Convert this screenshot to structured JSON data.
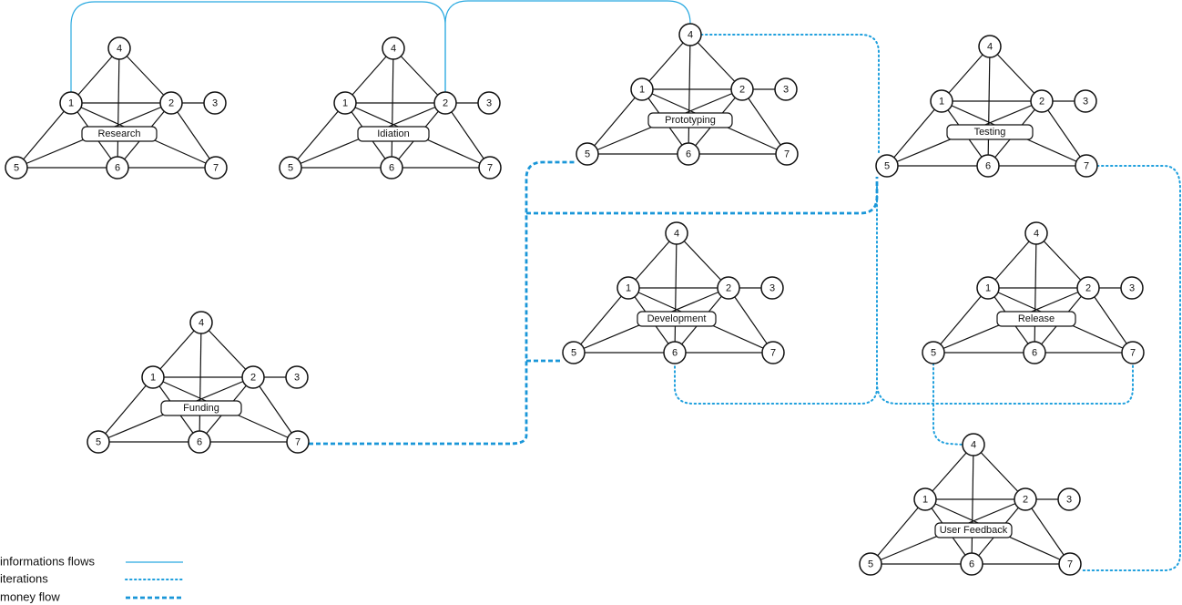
{
  "flow_colors": {
    "information": "#29a9e0",
    "iterations": "#1e9fdd",
    "money": "#1a96d8"
  },
  "legend": [
    {
      "label": "informations flows",
      "style": "information"
    },
    {
      "label": "iterations",
      "style": "iterations"
    },
    {
      "label": "money flow",
      "style": "money"
    }
  ],
  "node_labels": [
    "1",
    "2",
    "3",
    "4",
    "5",
    "6",
    "7"
  ],
  "graph_edges": [
    [
      "1",
      "2"
    ],
    [
      "1",
      "4"
    ],
    [
      "2",
      "4"
    ],
    [
      "2",
      "3"
    ],
    [
      "1",
      "5"
    ],
    [
      "5",
      "6"
    ],
    [
      "6",
      "7"
    ],
    [
      "2",
      "7"
    ],
    [
      "1",
      "6"
    ],
    [
      "2",
      "6"
    ],
    [
      "5",
      "2"
    ],
    [
      "1",
      "7"
    ],
    [
      "4",
      "6"
    ]
  ],
  "stages": [
    {
      "id": "research",
      "label": "Research"
    },
    {
      "id": "idiation",
      "label": "Idiation"
    },
    {
      "id": "prototyping",
      "label": "Prototyping"
    },
    {
      "id": "testing",
      "label": "Testing"
    },
    {
      "id": "development",
      "label": "Development"
    },
    {
      "id": "release",
      "label": "Release"
    },
    {
      "id": "funding",
      "label": "Funding"
    },
    {
      "id": "user-feedback",
      "label": "User Feedback"
    }
  ],
  "connections": [
    {
      "type": "information",
      "from": "Research 1",
      "to": "Idiation 2"
    },
    {
      "type": "information",
      "from": "Idiation 2",
      "to": "Prototyping 4"
    },
    {
      "type": "iterations",
      "from": "Prototyping 4",
      "to": "Testing 5"
    },
    {
      "type": "iterations",
      "from": "Testing 5",
      "to": "Development 6"
    },
    {
      "type": "iterations",
      "from": "Testing 5",
      "to": "Release 7"
    },
    {
      "type": "iterations",
      "from": "Release 5",
      "to": "User Feedback 4"
    },
    {
      "type": "iterations",
      "from": "Testing 7",
      "to": "User Feedback 7"
    },
    {
      "type": "money",
      "from": "Funding 7",
      "to": "Development 5"
    },
    {
      "type": "money",
      "from": "Funding 7",
      "to": "Prototyping 5"
    },
    {
      "type": "money",
      "from": "Funding 7",
      "to": "Testing 5"
    }
  ]
}
